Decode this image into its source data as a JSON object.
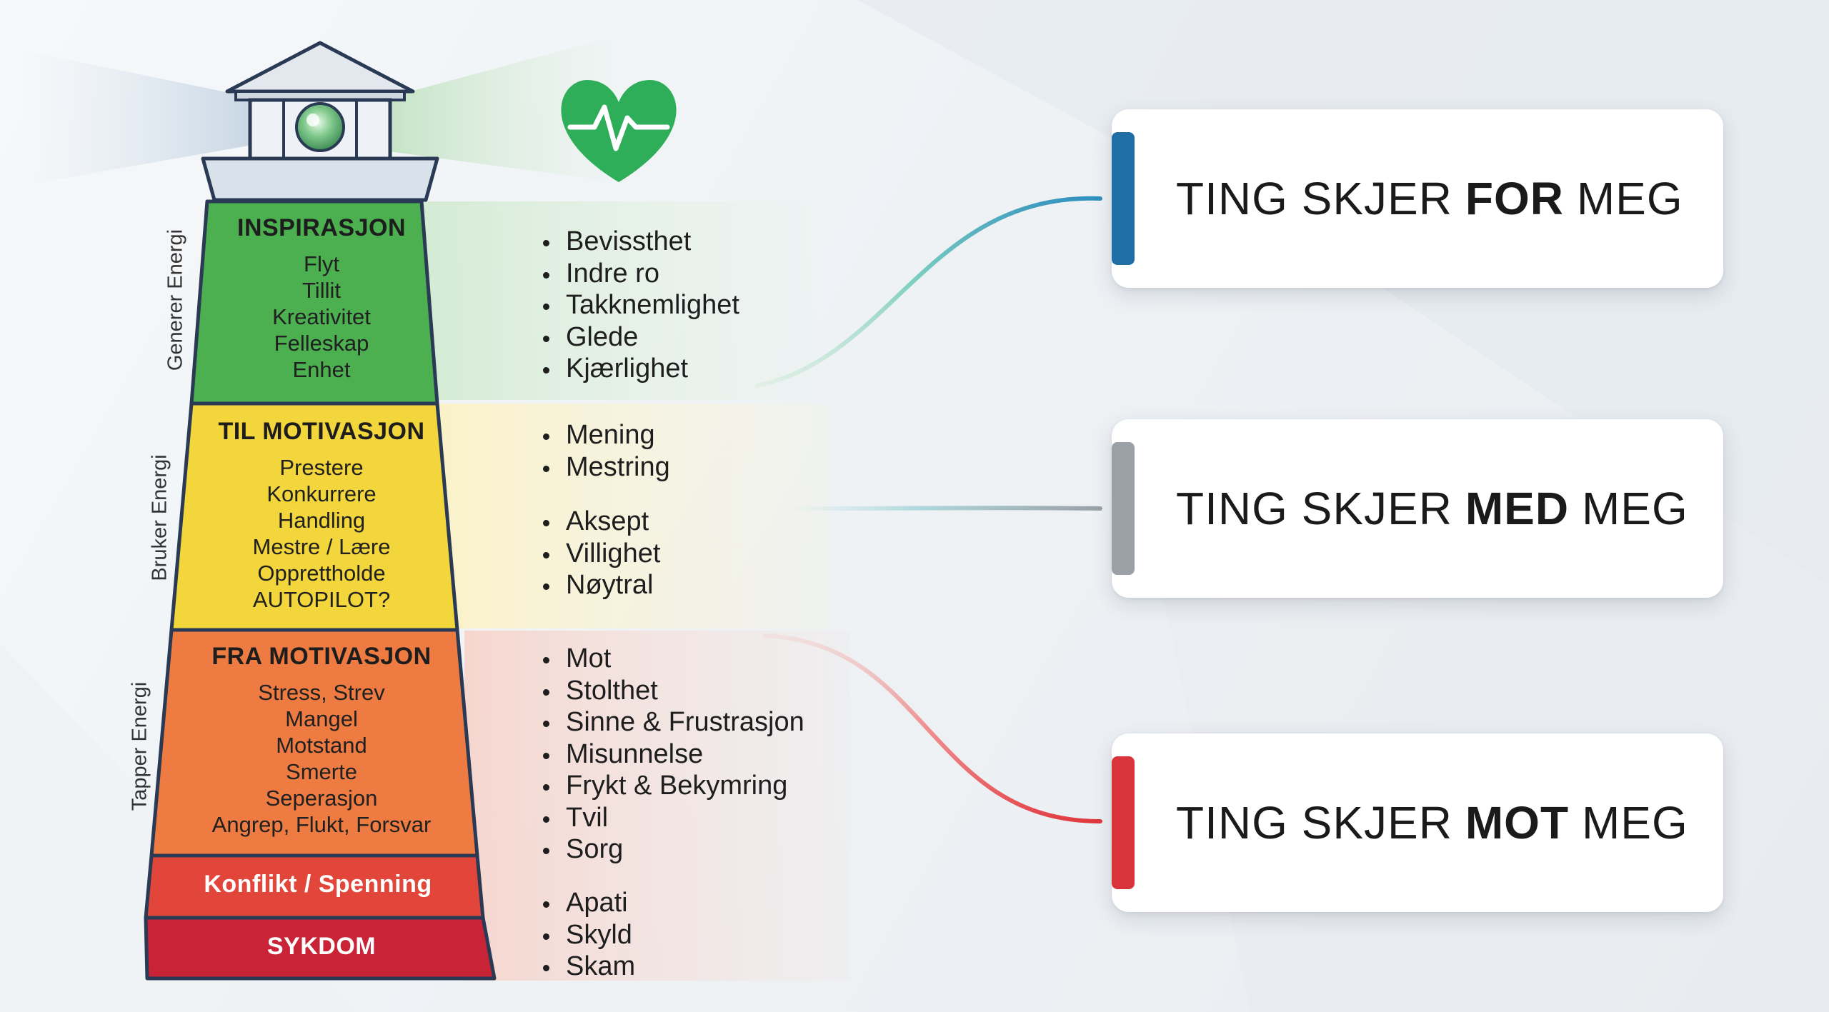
{
  "levels": [
    {
      "title": "INSPIRASJON",
      "items": [
        "Flyt",
        "Tillit",
        "Kreativitet",
        "Felleskap",
        "Enhet"
      ],
      "color": "#4caf50"
    },
    {
      "title": "TIL MOTIVASJON",
      "items": [
        "Prestere",
        "Konkurrere",
        "Handling",
        "Mestre / Lære",
        "Opprettholde",
        "AUTOPILOT?"
      ],
      "color": "#f3d63c"
    },
    {
      "title": "FRA MOTIVASJON",
      "items": [
        "Stress, Strev",
        "Mangel",
        "Motstand",
        "Smerte",
        "Seperasjon",
        "Angrep, Flukt, Forsvar"
      ],
      "color": "#ee7b41"
    }
  ],
  "bands": [
    {
      "label": "Konflikt / Spenning",
      "color": "#e2463a"
    },
    {
      "label": "SYKDOM",
      "color": "#c82336"
    }
  ],
  "side_labels": [
    "Generer Energi",
    "Bruker Energi",
    "Tapper Energi"
  ],
  "bullet_groups": [
    [
      "Bevissthet",
      "Indre ro",
      "Takknemlighet",
      "Glede",
      "Kjærlighet"
    ],
    [
      "Mening",
      "Mestring"
    ],
    [
      "Aksept",
      "Villighet",
      "Nøytral"
    ],
    [
      "Mot",
      "Stolthet",
      "Sinne & Frustrasjon",
      "Misunnelse",
      "Frykt & Bekymring",
      "Tvil",
      "Sorg"
    ],
    [
      "Apati",
      "Skyld",
      "Skam"
    ]
  ],
  "cards": [
    {
      "prefix": "TING SKJER",
      "emphasis": "FOR",
      "suffix": "MEG",
      "accent": "#1f6fa6"
    },
    {
      "prefix": "TING SKJER",
      "emphasis": "MED",
      "suffix": "MEG",
      "accent": "#9aa0a6"
    },
    {
      "prefix": "TING SKJER",
      "emphasis": "MOT",
      "suffix": "MEG",
      "accent": "#d8343a"
    }
  ],
  "icons": {
    "heart": "heart-pulse-icon",
    "lighthouse": "lighthouse-lamp-icon"
  },
  "colors": {
    "heart": "#2fae5a",
    "tower_outline": "#2a3a55"
  }
}
